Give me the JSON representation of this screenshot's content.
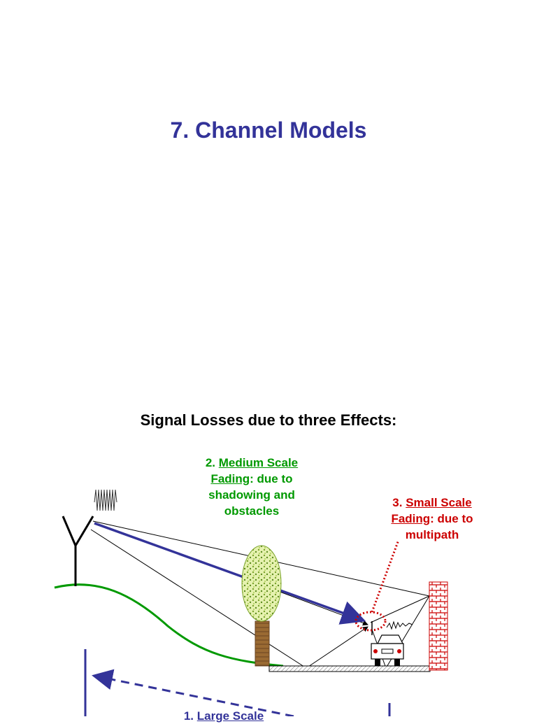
{
  "slide": {
    "title": "7. Channel Models",
    "heading": "Signal Losses due to three Effects:"
  },
  "annotations": {
    "medium": {
      "number": "2.",
      "term_line1": "Medium Scale",
      "term_line2": "Fading",
      "rest_line2": ": due to",
      "line3": "shadowing and",
      "line4": "obstacles"
    },
    "small": {
      "number": "3.",
      "term_line1": "Small Scale",
      "term_line2": "Fading",
      "rest_line2": ": due to",
      "line3": "multipath"
    },
    "large": {
      "number": "1.",
      "term": "Large Scale"
    }
  },
  "colors": {
    "title": "#333399",
    "medium": "#009900",
    "small": "#cc0000",
    "direct_path": "#333399",
    "hill": "#009900",
    "wall": "#cc0000"
  }
}
